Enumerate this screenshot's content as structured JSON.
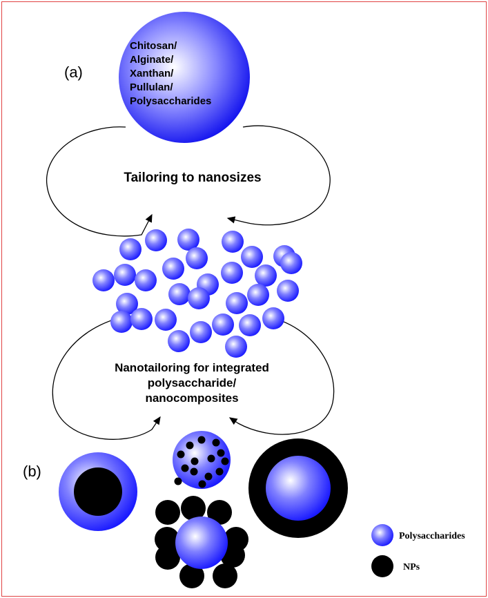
{
  "panel_labels": {
    "a": "(a)",
    "b": "(b)"
  },
  "large_sphere_lines": [
    "Chitosan/",
    "Alginate/",
    "Xanthan/",
    "Pullulan/",
    "Polysaccharides"
  ],
  "step1_label": "Tailoring to nanosizes",
  "step2_lines": [
    "Nanotailoring for integrated",
    "polysaccharide/",
    "nanocomposites"
  ],
  "legend": {
    "polysaccharides": "Polysaccharides",
    "nps": "NPs"
  },
  "colors": {
    "polysaccharide_blue": "#2a2aff",
    "polysaccharide_highlight": "#ffffff",
    "np_black": "#000000",
    "frame_red": "#e04040"
  }
}
